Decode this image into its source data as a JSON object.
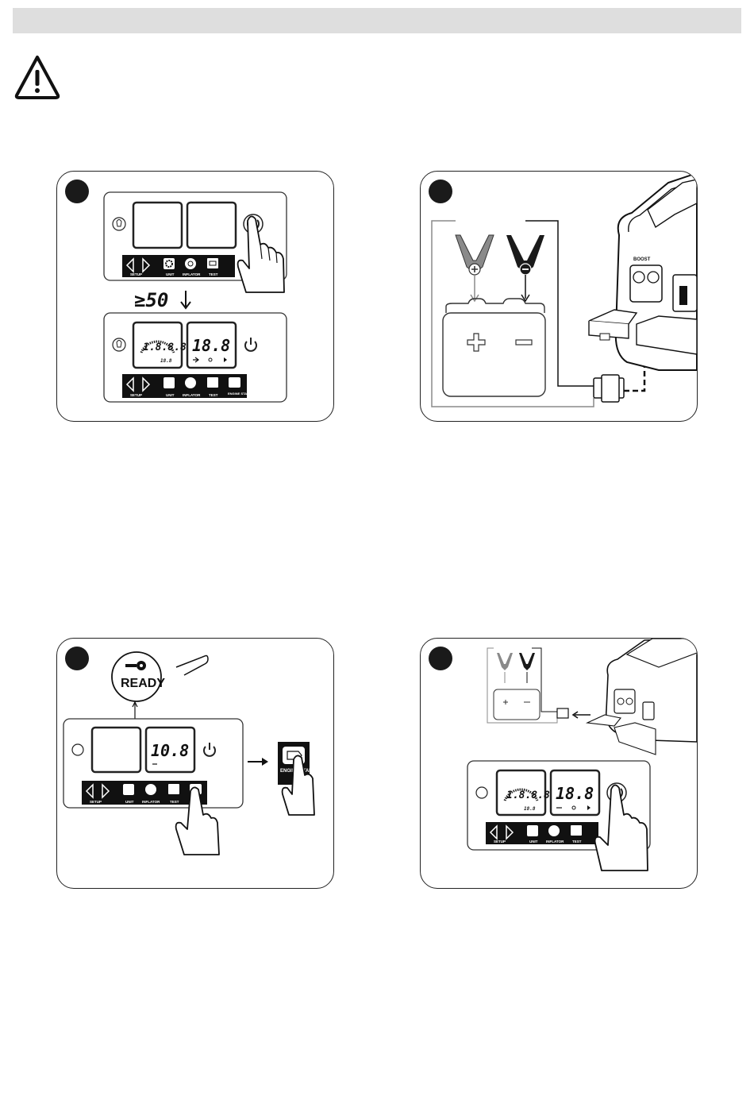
{
  "buttons": {
    "setup": "SETUP",
    "unit": "UNIT",
    "inflator": "INFLATOR",
    "test": "TEST",
    "engine_start": "ENGINE START"
  },
  "step1": {
    "threshold": "≥50",
    "voltage_big": "18.8",
    "voltage_ring": "1.8.8.8",
    "voltage_small": "18.8"
  },
  "step2": {
    "port_label": "BOOST"
  },
  "step3": {
    "ready_label": "READY",
    "voltage": "10.8",
    "engine_button": "ENGINE START"
  },
  "step4": {
    "voltage_ring": "1.8.8.8",
    "voltage_small": "18.8",
    "voltage_big": "18.8"
  },
  "icons": [
    "warning-icon",
    "bulb-icon",
    "power-icon",
    "gear-icon",
    "inflator-icon",
    "battery-test-icon",
    "engine-icon",
    "key-icon",
    "hand-icon",
    "clamp-positive-icon",
    "clamp-negative-icon",
    "battery-icon"
  ],
  "colors": {
    "banner": "#dedede",
    "ink": "#111111",
    "clamp_positive": "#8a8a8a",
    "clamp_negative": "#1a1a1a"
  }
}
